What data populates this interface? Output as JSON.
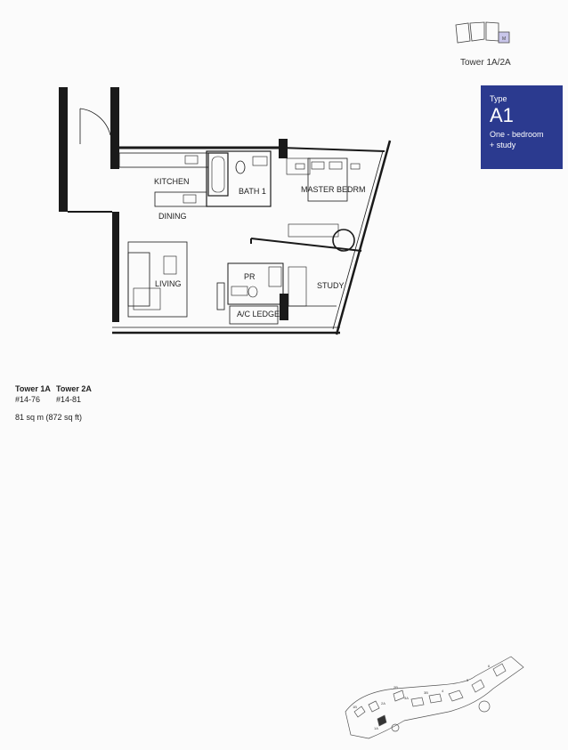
{
  "keyplan": {
    "label": "Tower 1A/2A",
    "marker": "M"
  },
  "type_box": {
    "label": "Type",
    "code": "A1",
    "description_line1": "One - bedroom",
    "description_line2": "+ study"
  },
  "rooms": {
    "kitchen": "KITCHEN",
    "dining": "DINING",
    "bath1": "BATH 1",
    "master_bedroom": "MASTER BEDRM",
    "living": "LIVING",
    "pr": "PR",
    "study": "STUDY",
    "ac_ledge": "A/C LEDGE"
  },
  "unit_info": {
    "towers": [
      "Tower 1A",
      "Tower 2A"
    ],
    "units": [
      "#14-76",
      "#14-81"
    ],
    "area": "81 sq m (872 sq ft)"
  },
  "siteplan": {
    "tower_labels": [
      "1B",
      "1A",
      "2A",
      "2B",
      "3A",
      "3B",
      "4",
      "5",
      "6"
    ]
  },
  "colors": {
    "type_box_bg": "#2b3a8f",
    "wall": "#1a1a1a",
    "highlight": "#c9c6ea"
  }
}
